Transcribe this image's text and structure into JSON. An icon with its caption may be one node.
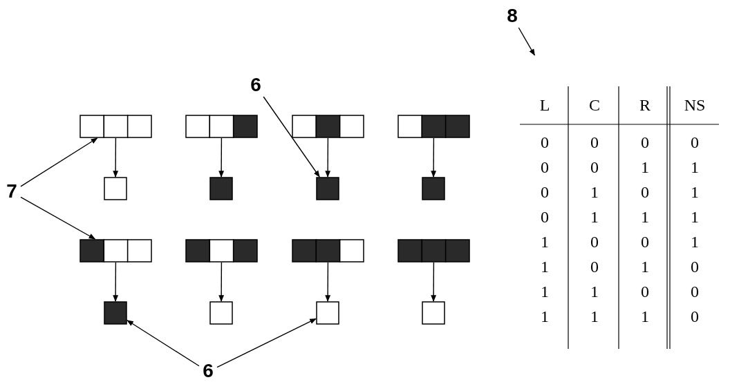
{
  "diagram": {
    "nodes": [
      {
        "text": [
          "8"
        ]
      },
      {
        "text": [],
        "shape": "table"
      },
      {
        "text": [
          "6"
        ]
      },
      {
        "text": [],
        "shape": "box"
      },
      {
        "text": [],
        "shape": "box"
      },
      {
        "text": [],
        "shape": "box"
      },
      {
        "text": [],
        "shape": "box"
      },
      {
        "text": [
          "7"
        ]
      },
      {
        "text": [],
        "shape": "box"
      },
      {
        "text": [],
        "shape": "box"
      },
      {
        "text": [],
        "shape": "box"
      },
      {
        "text": [],
        "shape": "box"
      },
      {
        "text": [],
        "shape": "box"
      },
      {
        "text": [],
        "shape": "box"
      },
      {
        "text": [],
        "shape": "box"
      },
      {
        "text": [],
        "shape": "box"
      },
      {
        "text": [],
        "shape": "box"
      },
      {
        "text": [],
        "shape": "box"
      },
      {
        "text": [],
        "shape": "box"
      },
      {
        "text": [],
        "shape": "box"
      },
      {
        "text": [
          "6"
        ]
      }
    ],
    "edges": [
      {
        "from": 3,
        "to": 8,
        "arrow": "to"
      },
      {
        "from": 4,
        "to": 9,
        "arrow": "to"
      },
      {
        "from": 5,
        "to": 10,
        "arrow": "to"
      },
      {
        "from": 6,
        "to": 11,
        "arrow": "to"
      },
      {
        "from": 12,
        "to": 16,
        "arrow": "to"
      },
      {
        "from": 13,
        "to": 17,
        "arrow": "to"
      },
      {
        "from": 14,
        "to": 18,
        "arrow": "to"
      },
      {
        "from": 15,
        "to": 19,
        "arrow": "to"
      },
      {
        "from": 0,
        "to": 1,
        "arrow": "to"
      },
      {
        "from": 2,
        "to": 10,
        "arrow": "to"
      },
      {
        "from": 7,
        "to": 3,
        "arrow": "to"
      },
      {
        "from": 7,
        "to": 12,
        "arrow": "to"
      },
      {
        "from": 20,
        "to": 16,
        "arrow": "to"
      },
      {
        "from": 20,
        "to": 18,
        "arrow": "to"
      }
    ],
    "labels": [
      "L",
      "C",
      "R",
      "NS",
      "0",
      "0",
      "0",
      "0",
      "0",
      "0",
      "1",
      "1",
      "0",
      "1",
      "0",
      "1",
      "0",
      "1",
      "1",
      "1",
      "1",
      "0",
      "0",
      "1",
      "1",
      "0",
      "1",
      "0",
      "1",
      "1",
      "0",
      "0",
      "1",
      "1",
      "1",
      "0"
    ]
  }
}
